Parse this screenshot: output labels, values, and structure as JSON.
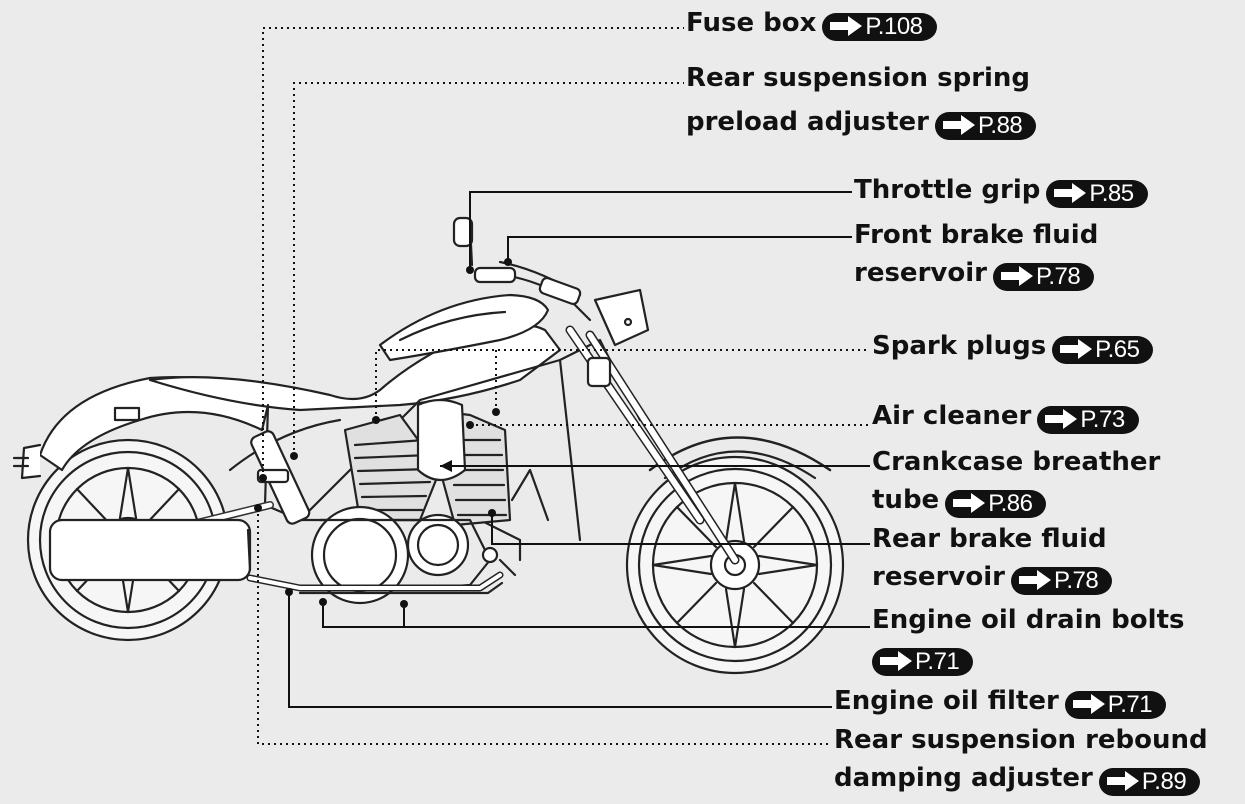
{
  "labels": [
    {
      "id": "fuse-box",
      "lines": [
        "Fuse box"
      ],
      "page": "P.108"
    },
    {
      "id": "rear-suspension-spring-preload-adjuster",
      "lines": [
        "Rear suspension spring",
        "preload adjuster"
      ],
      "page": "P.88"
    },
    {
      "id": "throttle-grip",
      "lines": [
        "Throttle grip"
      ],
      "page": "P.85"
    },
    {
      "id": "front-brake-fluid-reservoir",
      "lines": [
        "Front brake fluid",
        "reservoir"
      ],
      "page": "P.78"
    },
    {
      "id": "spark-plugs",
      "lines": [
        "Spark plugs"
      ],
      "page": "P.65"
    },
    {
      "id": "air-cleaner",
      "lines": [
        "Air cleaner"
      ],
      "page": "P.73"
    },
    {
      "id": "crankcase-breather-tube",
      "lines": [
        "Crankcase breather",
        "tube"
      ],
      "page": "P.86"
    },
    {
      "id": "rear-brake-fluid-reservoir",
      "lines": [
        "Rear brake fluid",
        "reservoir"
      ],
      "page": "P.78"
    },
    {
      "id": "engine-oil-drain-bolts",
      "lines": [
        "Engine oil drain bolts",
        ""
      ],
      "page": "P.71"
    },
    {
      "id": "engine-oil-filter",
      "lines": [
        "Engine oil filter"
      ],
      "page": "P.71"
    },
    {
      "id": "rear-suspension-rebound-damping-adjuster",
      "lines": [
        "Rear suspension rebound",
        "damping adjuster"
      ],
      "page": "P.89"
    }
  ],
  "colors": {
    "background": "#ebebeb",
    "ink": "#111111",
    "badge": "#111111",
    "badge_text": "#ffffff"
  }
}
